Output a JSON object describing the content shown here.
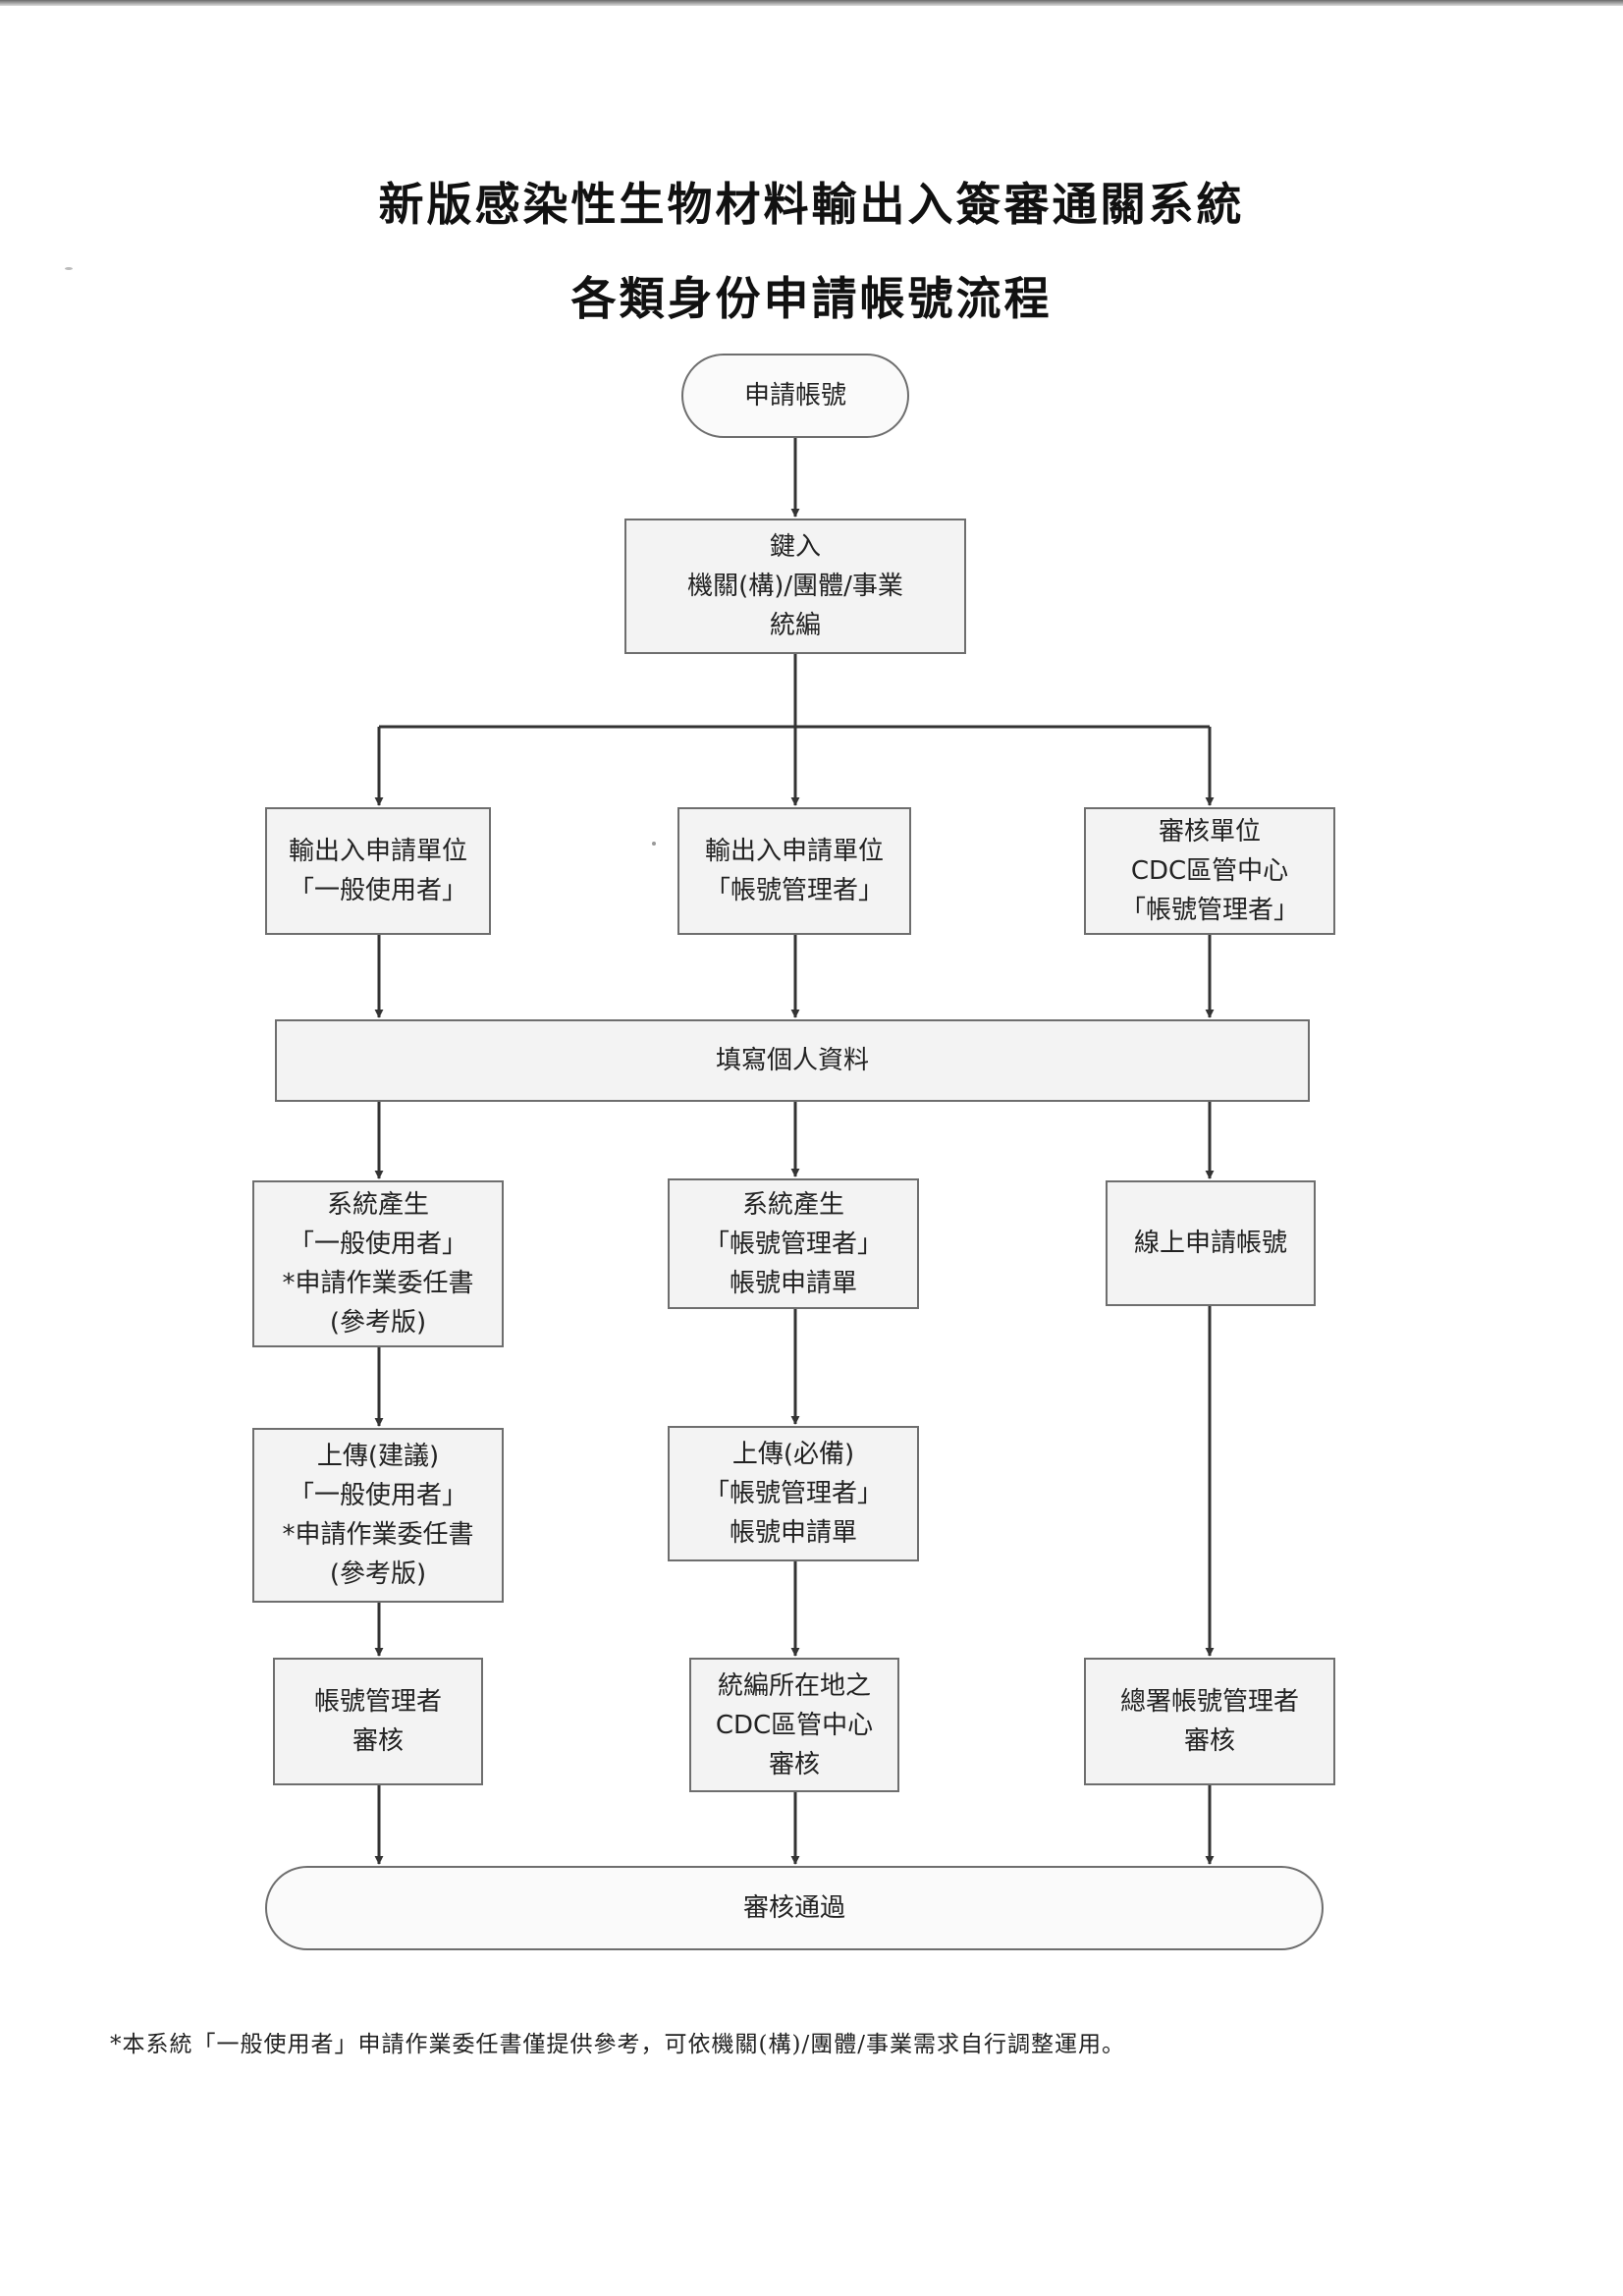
{
  "title": {
    "line1": "新版感染性生物材料輸出入簽審通關系統",
    "line2": "各類身份申請帳號流程"
  },
  "nodes": {
    "start": [
      "申請帳號"
    ],
    "key_in": [
      "鍵入",
      "機關(構)/團體/事業",
      "統編"
    ],
    "general_user": [
      "輸出入申請單位",
      "「一般使用者」"
    ],
    "account_admin": [
      "輸出入申請單位",
      "「帳號管理者」"
    ],
    "review_unit": [
      "審核單位",
      "CDC區管中心",
      "「帳號管理者」"
    ],
    "fill_data": [
      "填寫個人資料"
    ],
    "gen_general": [
      "系統產生",
      "「一般使用者」",
      "*申請作業委任書",
      "(參考版)"
    ],
    "gen_admin": [
      "系統產生",
      "「帳號管理者」",
      "帳號申請單"
    ],
    "online_apply": [
      "線上申請帳號"
    ],
    "upload_general": [
      "上傳(建議)",
      "「一般使用者」",
      "*申請作業委任書",
      "(參考版)"
    ],
    "upload_admin": [
      "上傳(必備)",
      "「帳號管理者」",
      "帳號申請單"
    ],
    "review_admin": [
      "帳號管理者",
      "審核"
    ],
    "review_cdc": [
      "統編所在地之",
      "CDC區管中心",
      "審核"
    ],
    "review_hq": [
      "總署帳號管理者",
      "審核"
    ],
    "approved": [
      "審核通過"
    ]
  },
  "footnote": "*本系統「一般使用者」申請作業委任書僅提供參考，可依機關(構)/團體/事業需求自行調整運用。",
  "colors": {
    "box_fill": "#f3f3f3",
    "box_border": "#6e6e6e",
    "line": "#333333"
  }
}
